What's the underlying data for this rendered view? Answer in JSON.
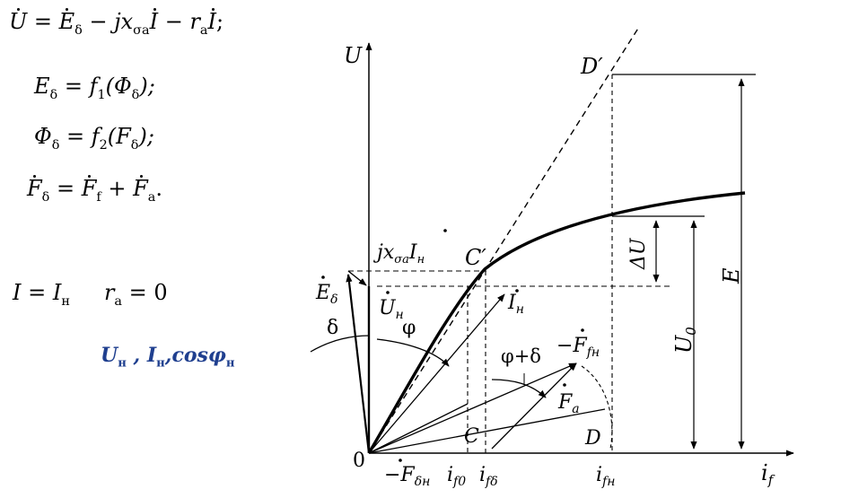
{
  "equations": {
    "voltage": {
      "lhs": "U",
      "eq": " = ",
      "e": "E",
      "e_sub": "δ",
      "minus1": " − ",
      "jx": "jx",
      "jx_sub": "σa",
      "i1": "I",
      "minus2": " − ",
      "r": "r",
      "r_sub": "a",
      "i2": "I",
      "end": ";"
    },
    "emf": {
      "lhs": "E",
      "lhs_sub": "δ",
      "rhs_pre": " = f",
      "rhs_sub": "1",
      "arg": "(Φ",
      "arg_sub": "δ",
      "end": ");"
    },
    "flux": {
      "lhs": "Φ",
      "lhs_sub": "δ",
      "rhs_pre": " = f",
      "rhs_sub": "2",
      "arg": "(F",
      "arg_sub": "δ",
      "end": ");"
    },
    "mmf": {
      "lhs": "F",
      "lhs_sub": "δ",
      "eq": " = ",
      "f": "F",
      "f_sub": "f",
      "plus": " + ",
      "a": "F",
      "a_sub": "a",
      "end": "."
    },
    "conditions": {
      "i": "I",
      "eq1": " = ",
      "i_n": "I",
      "i_n_sub": "н",
      "r": "r",
      "r_sub": "a",
      "eq2": " = 0"
    },
    "rated": {
      "u": "U",
      "u_sub": "н",
      "sep1": " , ",
      "i": "I",
      "i_sub": "н",
      "sep2": ",",
      "cos": "cosφ",
      "cos_sub": "н"
    }
  },
  "diagram": {
    "labels": {
      "u_axis": "U",
      "if_axis": "i",
      "if_axis_sub": "f",
      "origin": "0",
      "d_prime": "D′",
      "c_prime": "C′",
      "c": "C",
      "d": "D",
      "e": "E",
      "u0": "U",
      "u0_sub": "0",
      "delta_u": "ΔU",
      "jx_i": "jx",
      "jx_i_sub": "σa",
      "jx_i_i": "I",
      "jx_i_i_sub": "н",
      "e_delta": "E",
      "e_delta_sub": "δ",
      "u_n": "U",
      "u_n_sub": "н",
      "phi": "φ",
      "delta": "δ",
      "i_n": "I",
      "i_n_sub": "н",
      "phi_delta": "φ+δ",
      "minus_ffn": "−F",
      "minus_ffn_sub": "fн",
      "fa": "F",
      "fa_sub": "a",
      "minus_fdn": "−F",
      "minus_fdn_sub": "δн",
      "if0": "i",
      "if0_sub": "f0",
      "ifd": "i",
      "ifd_sub": "fδ",
      "ifn": "i",
      "ifn_sub": "fн"
    }
  }
}
